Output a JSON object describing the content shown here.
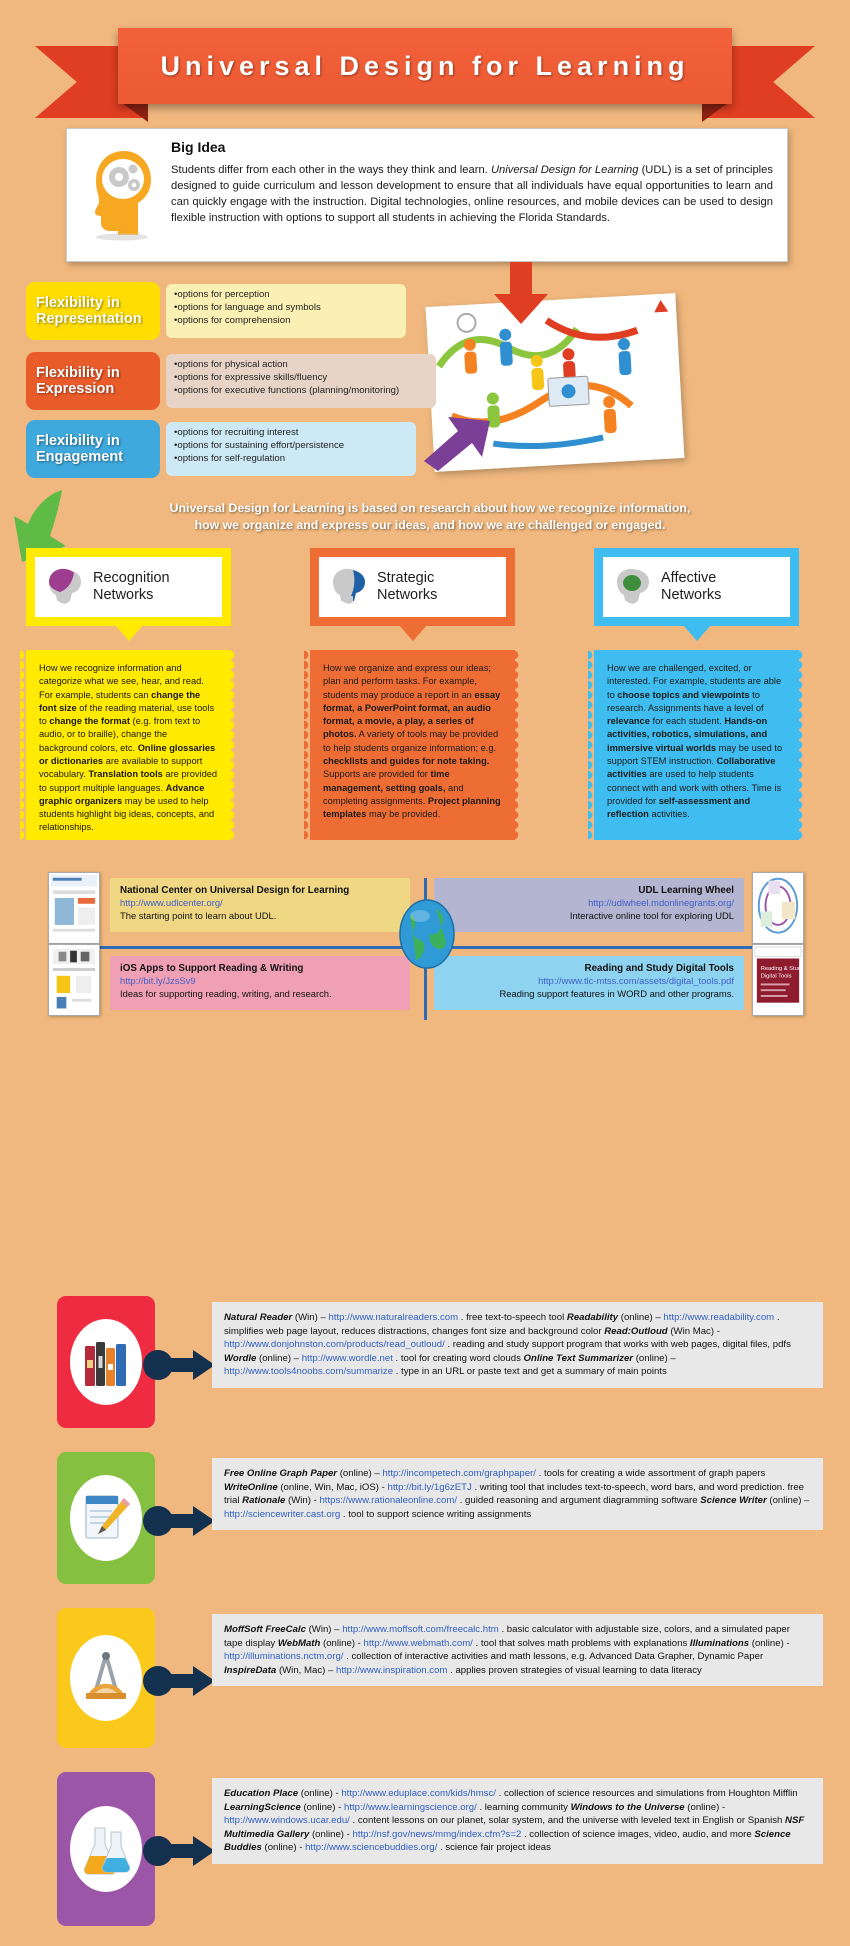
{
  "banner": {
    "title": "Universal Design for Learning"
  },
  "big_idea": {
    "heading": "Big Idea",
    "icon": "head-with-gears-icon",
    "text_part1": "Students differ from each other in the ways they think and learn.  ",
    "text_italic": "Universal Design for Learning",
    "text_part2": " (UDL) is a set of principles designed to guide curriculum and lesson development to ensure that all individuals have equal opportunities to learn and can quickly engage with the instruction. Digital technologies, online resources, and mobile devices can be used to design flexible instruction with options to support all students in achieving the Florida Standards."
  },
  "flexibility": [
    {
      "label_line1": "Flexibility in",
      "label_line2": "Representation",
      "color": "#ffdd00",
      "bullets": [
        "•options for perception",
        "•options for language and symbols",
        "•options for comprehension"
      ]
    },
    {
      "label_line1": "Flexibility in",
      "label_line2": "Expression",
      "color": "#ea5b2a",
      "bullets": [
        "•options for physical action",
        "•options for expressive skills/fluency",
        "•options for executive functions (planning/monitoring)"
      ]
    },
    {
      "label_line1": "Flexibility in",
      "label_line2": "Engagement",
      "color": "#3fa9dd",
      "bullets": [
        "•options for recruiting interest",
        "•options for sustaining effort/persistence",
        "•options for self-regulation"
      ]
    }
  ],
  "research_statement": {
    "line1": "Universal Design for Learning is based on research about how we recognize information,",
    "line2": "how we organize and express our ideas, and how we are challenged or engaged."
  },
  "networks": [
    {
      "title_line1": "Recognition",
      "title_line2": "Networks",
      "color": "#ffea00",
      "brain_color": "#9c3d8f",
      "body_html": "How we recognize information and categorize what we see, hear, and read. For example, students can <b>change the font size</b> of the reading material, use tools to <b>change the format</b> (e.g. from text to audio, or to braille), change the background colors, etc. <b>Online glossaries or dictionaries</b> are available to support vocabulary. <b>Translation tools</b> are provided to support multiple languages. <b>Advance graphic organizers</b> may be used to help students highlight big ideas, concepts, and relationships."
    },
    {
      "title_line1": "Strategic",
      "title_line2": "Networks",
      "color": "#ee6d35",
      "brain_color": "#1f5fa8",
      "body_html": "How we organize and express our ideas; plan and perform tasks. For example, students may produce a report in an <b>essay format, a PowerPoint format, an audio format, a movie, a play, a series of photos.</b> A variety of tools may be provided to help students organize information; e.g. <b>checklists and guides for note taking.</b> Supports are provided for <b>time management, setting goals,</b> and completing assignments. <b>Project planning templates</b> may be provided."
    },
    {
      "title_line1": "Affective",
      "title_line2": "Networks",
      "color": "#3fbdf0",
      "brain_color": "#3e8e3e",
      "body_html": "How we are challenged, excited, or interested. For example, students are able to <b>choose topics and viewpoints</b> to research. Assignments have a level of <b>relevance</b> for each student. <b>Hands-on activities, robotics, simulations, and immersive virtual worlds</b> may be used to support STEM instruction. <b>Collaborative activities</b> are used to help students connect with and work with others. Time is provided for <b>self-assessment and reflection</b> activities."
    }
  ],
  "resources": [
    {
      "title": "National Center on Universal Design for Learning",
      "url": "http://www.udlcenter.org/",
      "desc": "The starting point to learn about UDL.",
      "band_color": "#f0d784",
      "align": "left"
    },
    {
      "title": "UDL Learning Wheel",
      "url": "http://udlwheel.mdonlinegrants.org/",
      "desc": "Interactive online tool for exploring UDL",
      "band_color": "#b4b5d0",
      "align": "right"
    },
    {
      "title": "iOS Apps to Support Reading & Writing",
      "url": "http://bit.ly/JzsSv9",
      "desc": "Ideas for supporting reading, writing, and research.",
      "band_color": "#f0a0b4",
      "align": "left"
    },
    {
      "title": "Reading and Study Digital Tools",
      "url": "http://www.tlc-mtss.com/assets/digital_tools.pdf",
      "desc": "Reading support features in WORD and other programs.",
      "band_color": "#8ed3f0",
      "align": "right"
    }
  ],
  "tools": [
    {
      "icon": "books-icon",
      "color": "#ef2b41",
      "entries": [
        {
          "name": "Natural Reader",
          "platform": "(Win)",
          "dash": "–",
          "url": "http://www.naturalreaders.com",
          "desc": ". free text-to-speech tool"
        },
        {
          "name": "Readability",
          "platform": "(online)",
          "dash": "–",
          "url": "http://www.readability.com",
          "desc": ". simplifies web page layout, reduces distractions, changes font size and background color"
        },
        {
          "name": "Read:Outloud",
          "platform": "(Win Mac)",
          "dash": "-",
          "url": "http://www.donjohnston.com/products/read_outloud/",
          "desc": ". reading and study support program that works with web pages, digital files, pdfs"
        },
        {
          "name": "Wordle",
          "platform": "(online)",
          "dash": "–",
          "url": "http://www.wordle.net",
          "desc": ". tool for creating word clouds"
        },
        {
          "name": "Online Text Summarizer",
          "platform": "(online)",
          "dash": "–",
          "url": "http://www.tools4noobs.com/summarize",
          "desc": ". type in an URL or paste text and get a summary of main points"
        }
      ]
    },
    {
      "icon": "notepad-pencil-icon",
      "color": "#86c040",
      "entries": [
        {
          "name": "Free Online Graph Paper",
          "platform": "(online)",
          "dash": "–",
          "url": "http://incompetech.com/graphpaper/",
          "desc": ". tools for creating a wide assortment of graph papers"
        },
        {
          "name": "WriteOnline",
          "platform": "(online, Win, Mac, iOS)",
          "dash": "-",
          "url": "http://bit.ly/1g6zETJ",
          "desc": ". writing tool that includes text-to-speech, word bars, and word prediction. free trial"
        },
        {
          "name": "Rationale",
          "platform": "(Win)",
          "dash": "-",
          "url": "https://www.rationaleonline.com/",
          "desc": ". guided reasoning and argument diagramming software"
        },
        {
          "name": "Science Writer",
          "platform": "(online)",
          "dash": "–",
          "url": "http://sciencewriter.cast.org",
          "desc": ". tool to support science writing assignments"
        }
      ]
    },
    {
      "icon": "compass-ruler-icon",
      "color": "#fbc81c",
      "entries": [
        {
          "name": "MoffSoft FreeCalc",
          "platform": "(Win)",
          "dash": "–",
          "url": "http://www.moffsoft.com/freecalc.htm",
          "desc": ". basic calculator with adjustable size, colors, and a simulated paper tape display"
        },
        {
          "name": "WebMath",
          "platform": "(online)",
          "dash": "-",
          "url": "http://www.webmath.com/",
          "desc": ". tool that solves math problems with explanations"
        },
        {
          "name": "Illuminations",
          "platform": "(online)",
          "dash": "-",
          "url": "http://illuminations.nctm.org/",
          "desc": ". collection of interactive activities and math lessons, e.g. Advanced Data Grapher, Dynamic Paper"
        },
        {
          "name": "InspireData",
          "platform": "(Win, Mac)",
          "dash": "–",
          "url": "http://www.inspiration.com",
          "desc": ". applies proven strategies of visual learning to data literacy"
        }
      ]
    },
    {
      "icon": "flasks-icon",
      "color": "#9b56a8",
      "entries": [
        {
          "name": "Education Place",
          "platform": "(online)",
          "dash": "-",
          "url": "http://www.eduplace.com/kids/hmsc/",
          "desc": ". collection of science resources and simulations from Houghton Mifflin"
        },
        {
          "name": "LearningScience",
          "platform": "(online)",
          "dash": "-",
          "url": "http://www.learningscience.org/",
          "desc": ". learning community"
        },
        {
          "name": "Windows to the Universe",
          "platform": "(online)",
          "dash": "-",
          "url": "http://www.windows.ucar.edu/",
          "desc": ". content lessons on our planet, solar system, and the universe with leveled text in English or Spanish"
        },
        {
          "name": "NSF Multimedia Gallery",
          "platform": "(online)",
          "dash": "-",
          "url": "http://nsf.gov/news/mmg/index.cfm?s=2",
          "desc": ". collection of science images, video, audio, and more"
        },
        {
          "name": "Science Buddies",
          "platform": "(online)",
          "dash": "-",
          "url": "http://www.sciencebuddies.org/",
          "desc": ". science fair project ideas"
        }
      ]
    }
  ]
}
